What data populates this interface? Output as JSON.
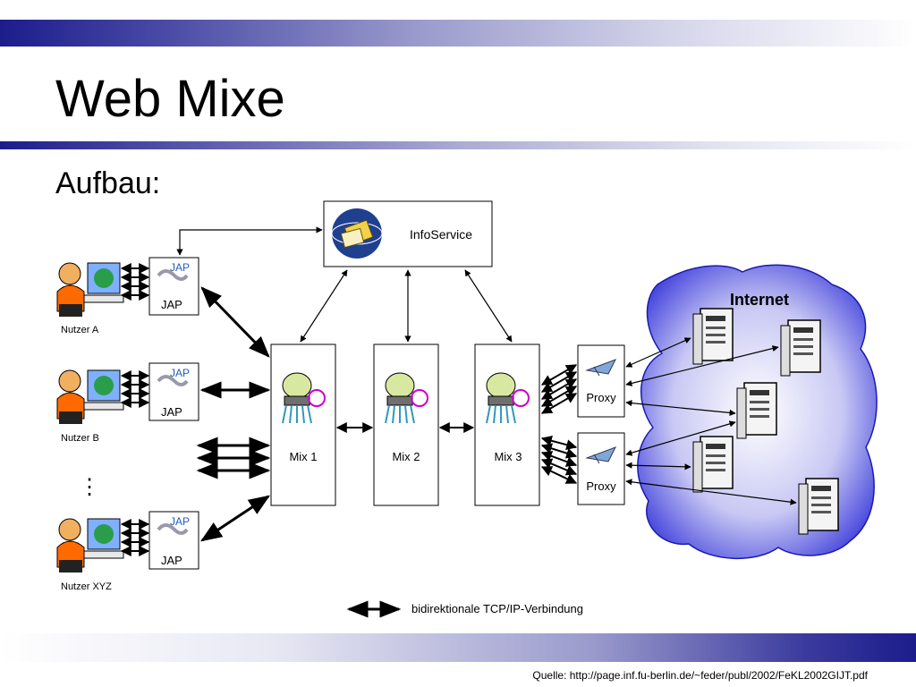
{
  "slide": {
    "title": "Web Mixe",
    "subtitle": "Aufbau:",
    "source": "Quelle: http://page.inf.fu-berlin.de/~feder/publ/2002/FeKL2002GIJT.pdf"
  },
  "diagram": {
    "infoservice": "InfoService",
    "internet": "Internet",
    "users": [
      {
        "label": "Nutzer A",
        "jap_top": "JAP",
        "jap_bottom": "JAP"
      },
      {
        "label": "Nutzer B",
        "jap_top": "JAP",
        "jap_bottom": "JAP"
      },
      {
        "label": "Nutzer XYZ",
        "jap_top": "JAP",
        "jap_bottom": "JAP"
      }
    ],
    "ellipsis": "⋮",
    "mixes": [
      "Mix 1",
      "Mix 2",
      "Mix 3"
    ],
    "proxies": [
      "Proxy",
      "Proxy"
    ],
    "legend": "bidirektionale TCP/IP-Verbindung"
  }
}
